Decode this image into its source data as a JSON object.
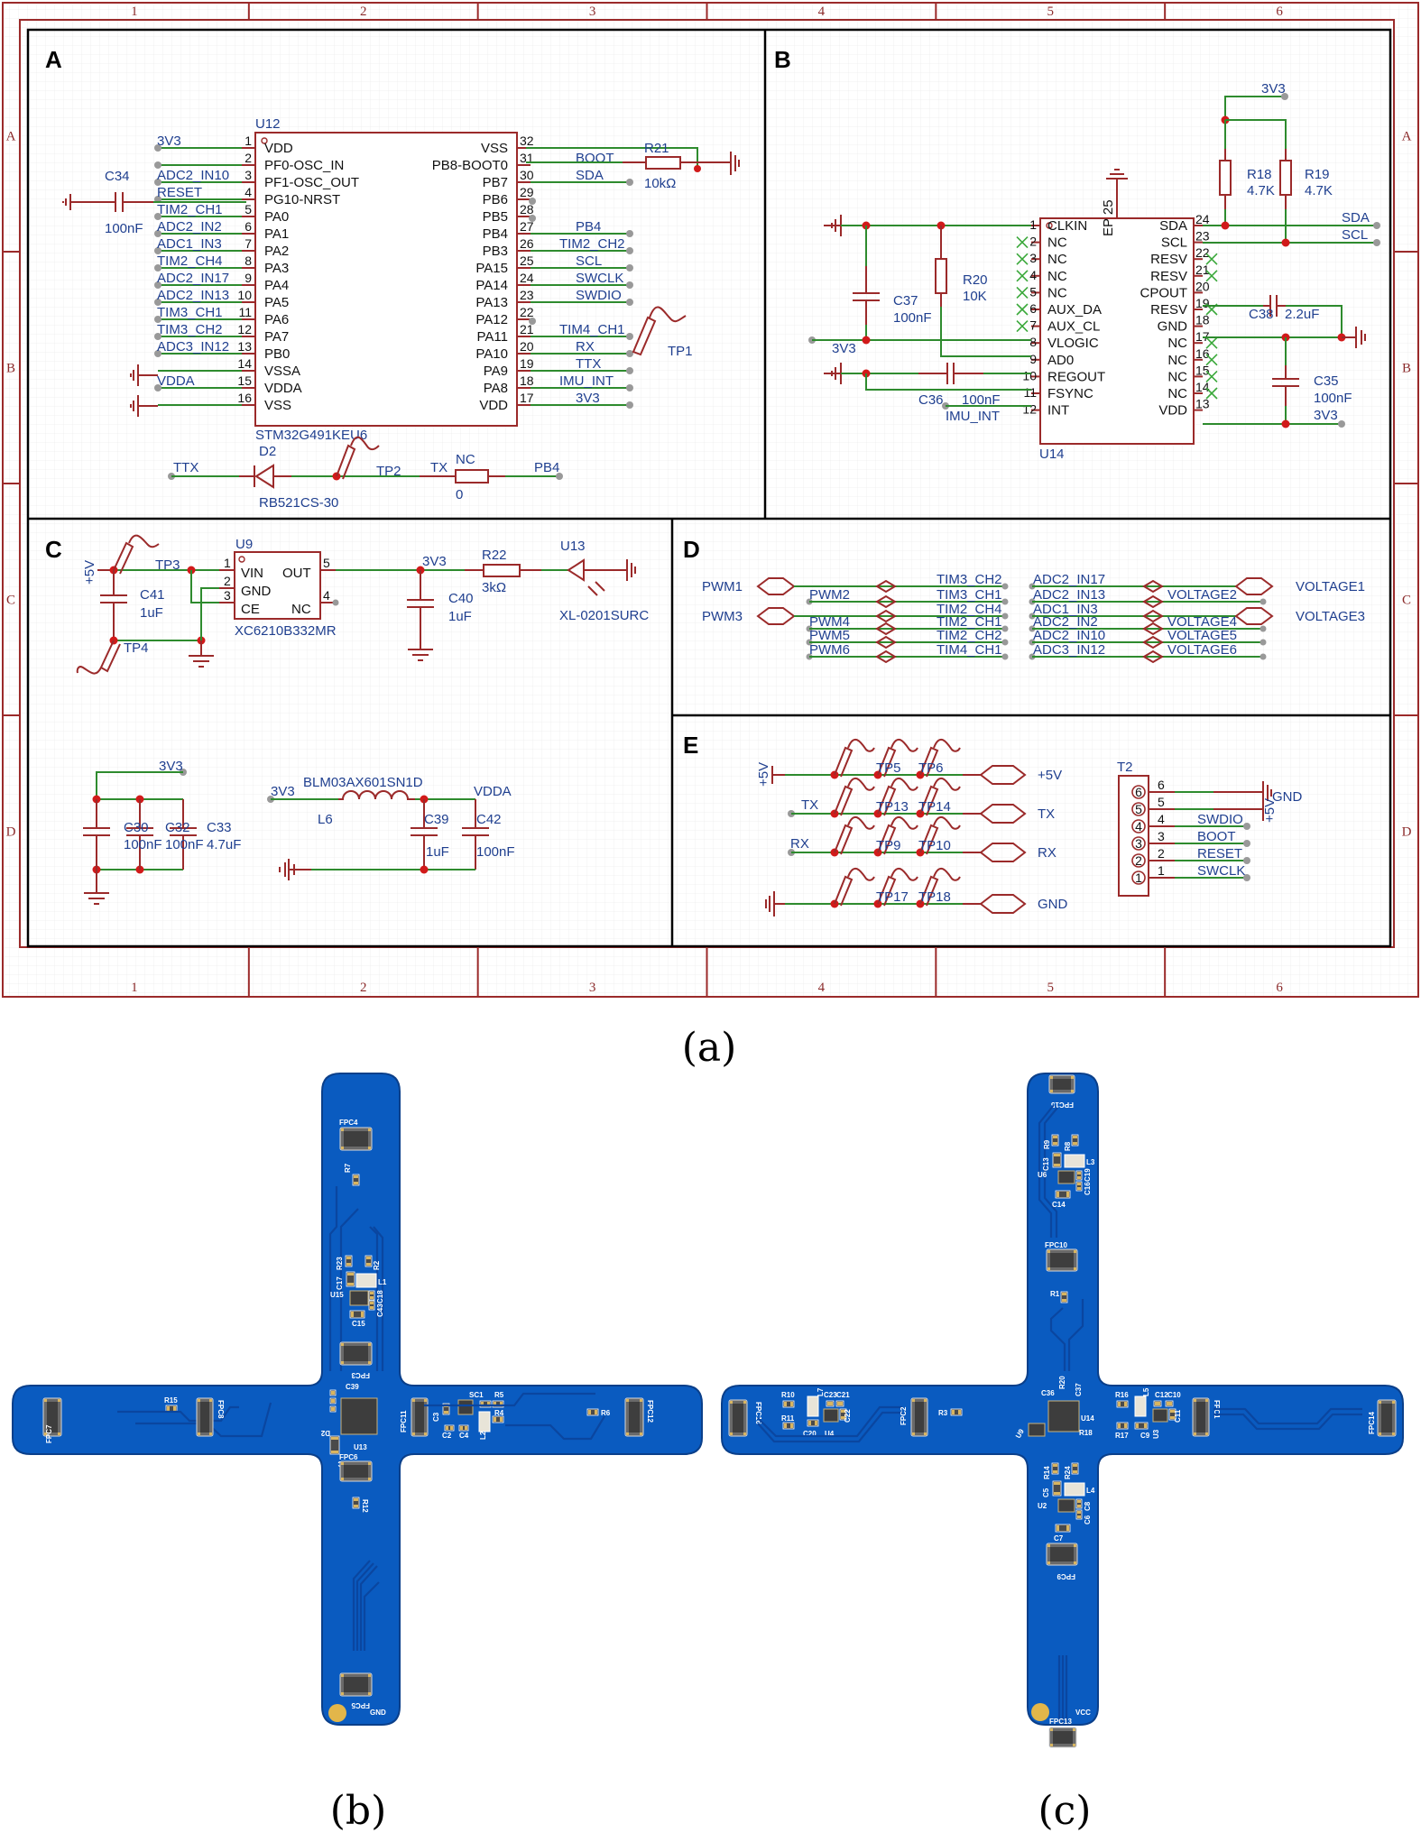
{
  "figure": {
    "captions": {
      "a": "(a)",
      "b": "(b)",
      "c": "(c)"
    },
    "border": {
      "columns": [
        "1",
        "2",
        "3",
        "4",
        "5",
        "6"
      ],
      "rows": [
        "A",
        "B",
        "C",
        "D"
      ]
    }
  },
  "panel_a": {
    "label": "A",
    "chip": {
      "ref": "U12",
      "part": "STM32G491KEU6"
    },
    "left_pins": [
      {
        "num": "1",
        "name": "VDD",
        "net": "3V3"
      },
      {
        "num": "2",
        "name": "PF0-OSC_IN",
        "net": ""
      },
      {
        "num": "3",
        "name": "PF1-OSC_OUT",
        "net": "ADC2_IN10"
      },
      {
        "num": "4",
        "name": "PG10-NRST",
        "net": "RESET"
      },
      {
        "num": "5",
        "name": "PA0",
        "net": "TIM2_CH1"
      },
      {
        "num": "6",
        "name": "PA1",
        "net": "ADC2_IN2"
      },
      {
        "num": "7",
        "name": "PA2",
        "net": "ADC1_IN3"
      },
      {
        "num": "8",
        "name": "PA3",
        "net": "TIM2_CH4"
      },
      {
        "num": "9",
        "name": "PA4",
        "net": "ADC2_IN17"
      },
      {
        "num": "10",
        "name": "PA5",
        "net": "ADC2_IN13"
      },
      {
        "num": "11",
        "name": "PA6",
        "net": "TIM3_CH1"
      },
      {
        "num": "12",
        "name": "PA7",
        "net": "TIM3_CH2"
      },
      {
        "num": "13",
        "name": "PB0",
        "net": "ADC3_IN12"
      },
      {
        "num": "14",
        "name": "VSSA",
        "net": ""
      },
      {
        "num": "15",
        "name": "VDDA",
        "net": "VDDA"
      },
      {
        "num": "16",
        "name": "VSS",
        "net": ""
      }
    ],
    "right_pins": [
      {
        "num": "32",
        "name": "VSS",
        "net": ""
      },
      {
        "num": "31",
        "name": "PB8-BOOT0",
        "net": "BOOT"
      },
      {
        "num": "30",
        "name": "PB7",
        "net": "SDA"
      },
      {
        "num": "29",
        "name": "PB6",
        "net": ""
      },
      {
        "num": "28",
        "name": "PB5",
        "net": ""
      },
      {
        "num": "27",
        "name": "PB4",
        "net": "PB4"
      },
      {
        "num": "26",
        "name": "PB3",
        "net": "TIM2_CH2"
      },
      {
        "num": "25",
        "name": "PA15",
        "net": "SCL"
      },
      {
        "num": "24",
        "name": "PA14",
        "net": "SWCLK"
      },
      {
        "num": "23",
        "name": "PA13",
        "net": "SWDIO"
      },
      {
        "num": "22",
        "name": "PA12",
        "net": ""
      },
      {
        "num": "21",
        "name": "PA11",
        "net": "TIM4_CH1"
      },
      {
        "num": "20",
        "name": "PA10",
        "net": "RX"
      },
      {
        "num": "19",
        "name": "PA9",
        "net": "TTX"
      },
      {
        "num": "18",
        "name": "PA8",
        "net": "IMU_INT"
      },
      {
        "num": "17",
        "name": "VDD",
        "net": "3V3"
      }
    ],
    "c34": {
      "ref": "C34",
      "value": "100nF"
    },
    "r21": {
      "ref": "R21",
      "value": "10kΩ"
    },
    "tp1": "TP1",
    "bottom": {
      "ttx": "TTX",
      "diode_ref": "D2",
      "diode_part": "RB521CS-30",
      "tp2": "TP2",
      "tx": "TX",
      "res_ref": "NC",
      "res_value": "0",
      "pb4": "PB4"
    }
  },
  "panel_b": {
    "label": "B",
    "chip": {
      "ref": "U14",
      "ep": "EP 25"
    },
    "left_pins": [
      {
        "num": "1",
        "name": "CLKIN"
      },
      {
        "num": "2",
        "name": "NC"
      },
      {
        "num": "3",
        "name": "NC"
      },
      {
        "num": "4",
        "name": "NC"
      },
      {
        "num": "5",
        "name": "NC"
      },
      {
        "num": "6",
        "name": "AUX_DA"
      },
      {
        "num": "7",
        "name": "AUX_CL"
      },
      {
        "num": "8",
        "name": "VLOGIC"
      },
      {
        "num": "9",
        "name": "AD0"
      },
      {
        "num": "10",
        "name": "REGOUT"
      },
      {
        "num": "11",
        "name": "FSYNC"
      },
      {
        "num": "12",
        "name": "INT"
      }
    ],
    "right_pins": [
      {
        "num": "24",
        "name": "SDA"
      },
      {
        "num": "23",
        "name": "SCL"
      },
      {
        "num": "22",
        "name": "RESV"
      },
      {
        "num": "21",
        "name": "RESV"
      },
      {
        "num": "20",
        "name": "CPOUT"
      },
      {
        "num": "19",
        "name": "RESV"
      },
      {
        "num": "18",
        "name": "GND"
      },
      {
        "num": "17",
        "name": "NC"
      },
      {
        "num": "16",
        "name": "NC"
      },
      {
        "num": "15",
        "name": "NC"
      },
      {
        "num": "14",
        "name": "NC"
      },
      {
        "num": "13",
        "name": "VDD"
      }
    ],
    "r18": {
      "ref": "R18",
      "value": "4.7K"
    },
    "r19": {
      "ref": "R19",
      "value": "4.7K"
    },
    "r20": {
      "ref": "R20",
      "value": "10K"
    },
    "c37": {
      "ref": "C37",
      "value": "100nF"
    },
    "c36": {
      "ref": "C36",
      "value": "100nF"
    },
    "c38": {
      "ref": "C38",
      "value": "2.2uF"
    },
    "c35": {
      "ref": "C35",
      "value": "100nF"
    },
    "nets": {
      "v3_top": "3V3",
      "v3_left": "3V3",
      "v3_right": "3V3",
      "sda": "SDA",
      "scl": "SCL",
      "imu_int": "IMU_INT"
    }
  },
  "panel_c": {
    "label": "C",
    "regulator": {
      "ref": "U9",
      "part": "XC6210B332MR",
      "pins": [
        {
          "num": "1",
          "name": "VIN"
        },
        {
          "num": "2",
          "name": "GND"
        },
        {
          "num": "3",
          "name": "CE"
        },
        {
          "num": "5",
          "name": "OUT"
        },
        {
          "num": "4",
          "name": "NC"
        }
      ]
    },
    "nets": {
      "v5": "+5V",
      "tp3": "TP3",
      "tp4": "TP4",
      "v3": "3V3"
    },
    "c41": {
      "ref": "C41",
      "value": "1uF"
    },
    "c40": {
      "ref": "C40",
      "value": "1uF"
    },
    "r22": {
      "ref": "R22",
      "value": "3kΩ"
    },
    "led": {
      "ref": "U13",
      "part": "XL-0201SURC"
    },
    "decoupling": {
      "net": "3V3",
      "caps": [
        {
          "ref": "C30",
          "value": "100nF"
        },
        {
          "ref": "C32",
          "value": "100nF"
        },
        {
          "ref": "C33",
          "value": "4.7uF"
        }
      ]
    },
    "filter": {
      "in_net": "3V3",
      "part": "BLM03AX601SN1D",
      "ref": "L6",
      "out_net": "VDDA",
      "c39": {
        "ref": "C39",
        "value": "1uF"
      },
      "c42": {
        "ref": "C42",
        "value": "100nF"
      }
    }
  },
  "panel_d": {
    "label": "D",
    "left_ports": [
      "PWM1",
      "PWM3"
    ],
    "pwm_rows": [
      {
        "pwm": "",
        "tim": "TIM3_CH2"
      },
      {
        "pwm": "PWM2",
        "tim": "TIM3_CH1"
      },
      {
        "pwm": "",
        "tim": "TIM2_CH4"
      },
      {
        "pwm": "PWM4",
        "tim": "TIM2_CH1"
      },
      {
        "pwm": "PWM5",
        "tim": "TIM2_CH2"
      },
      {
        "pwm": "PWM6",
        "tim": "TIM4_CH1"
      }
    ],
    "adc_rows": [
      {
        "adc": "ADC2_IN17",
        "volt": ""
      },
      {
        "adc": "ADC2_IN13",
        "volt": "VOLTAGE2"
      },
      {
        "adc": "ADC1_IN3",
        "volt": ""
      },
      {
        "adc": "ADC2_IN2",
        "volt": "VOLTAGE4"
      },
      {
        "adc": "ADC2_IN10",
        "volt": "VOLTAGE5"
      },
      {
        "adc": "ADC3_IN12",
        "volt": "VOLTAGE6"
      }
    ],
    "right_ports": [
      "VOLTAGE1",
      "VOLTAGE3"
    ]
  },
  "panel_e": {
    "label": "E",
    "rows": [
      {
        "in": "+5V",
        "tps": [
          "",
          "TP5",
          "TP6"
        ],
        "port": "+5V"
      },
      {
        "in": "TX",
        "tps": [
          "",
          "TP13",
          "TP14"
        ],
        "port": "TX"
      },
      {
        "in": "RX",
        "tps": [
          "",
          "TP9",
          "TP10"
        ],
        "port": "RX"
      },
      {
        "in": "",
        "tps": [
          "",
          "TP17",
          "TP18"
        ],
        "port": "GND"
      }
    ],
    "connector": {
      "ref": "T2",
      "pins": [
        {
          "num": "6",
          "net": "GND"
        },
        {
          "num": "5",
          "net": "+5V"
        },
        {
          "num": "4",
          "net": "SWDIO"
        },
        {
          "num": "3",
          "net": "BOOT"
        },
        {
          "num": "2",
          "net": "RESET"
        },
        {
          "num": "1",
          "net": "SWCLK"
        }
      ]
    }
  },
  "pcb_b": {
    "labels": {
      "fpc_top": "FPC4",
      "r7": "R7",
      "r23": "R23",
      "r2": "R2",
      "c17": "C17",
      "l1": "L1",
      "u15": "U15",
      "c18": "C18",
      "c43": "C43",
      "c15": "C15",
      "fpc3": "FPC3",
      "fpc7": "FPC7",
      "r15": "R15",
      "fpc8": "FPC8",
      "c39": "C39",
      "d2": "D2",
      "fpc11": "FPC11",
      "sc1": "SC1",
      "r5": "R5",
      "c3": "C3",
      "r4": "R4",
      "c2": "C2",
      "c4": "C4",
      "l2": "L2",
      "r6": "R6",
      "fpc12": "FPC12",
      "u13": "U13",
      "nc": "NC",
      "fpc6": "FPC6",
      "r12": "R12",
      "fpc5": "FPC5",
      "gnd": "GND"
    }
  },
  "pcb_c": {
    "labels": {
      "fpc15": "FPC15",
      "r9": "R9",
      "r8": "R8",
      "c13": "C13",
      "l3": "L3",
      "u6": "U6",
      "c19": "C19",
      "c16": "C16",
      "c14": "C14",
      "fpc10": "FPC10",
      "r1": "R1",
      "fpc16": "FPC16",
      "r10": "R10",
      "l7": "L7",
      "c23": "C23",
      "c21": "C21",
      "c22": "C22",
      "r11": "R11",
      "c20": "C20",
      "u4": "U4",
      "fpc2": "FPC2",
      "r3": "R3",
      "c36": "C36",
      "r20": "R20",
      "c37": "C37",
      "u14": "U14",
      "r16b": "R16",
      "r18": "R18",
      "u9": "U9",
      "r16": "R16",
      "l5": "L5",
      "c12": "C12",
      "c10": "C10",
      "c11": "C11",
      "r17": "R17",
      "c9": "C9",
      "u3": "U3",
      "fpc1": "FPC1",
      "fpc14": "FPC14",
      "r14": "R14",
      "r24": "R24",
      "c5": "C5",
      "l4": "L4",
      "u2": "U2",
      "c8": "C8",
      "c6": "C6",
      "c7": "C7",
      "fpc9": "FPC9",
      "vcc": "VCC",
      "fpc13": "FPC13"
    }
  }
}
